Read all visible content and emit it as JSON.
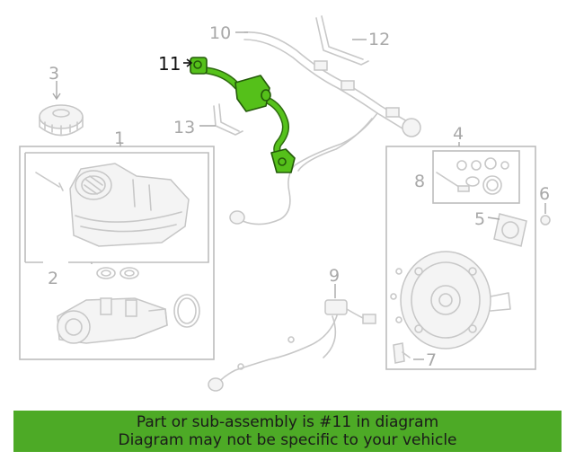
{
  "diagram": {
    "callouts": [
      {
        "id": "1",
        "text": "1"
      },
      {
        "id": "2",
        "text": "2"
      },
      {
        "id": "3",
        "text": "3"
      },
      {
        "id": "4",
        "text": "4"
      },
      {
        "id": "5",
        "text": "5"
      },
      {
        "id": "6",
        "text": "6"
      },
      {
        "id": "7",
        "text": "7"
      },
      {
        "id": "8",
        "text": "8"
      },
      {
        "id": "9",
        "text": "9"
      },
      {
        "id": "10",
        "text": "10"
      },
      {
        "id": "11",
        "text": "11"
      },
      {
        "id": "12",
        "text": "12"
      },
      {
        "id": "13",
        "text": "13"
      }
    ],
    "highlighted_part": "11",
    "highlight_color": "#55c01a",
    "line_color": "#c8c8c8"
  },
  "banner": {
    "line1": "Part or sub-assembly is #11 in diagram",
    "line2": "Diagram may not be specific to your vehicle",
    "background": "#4daa26"
  }
}
